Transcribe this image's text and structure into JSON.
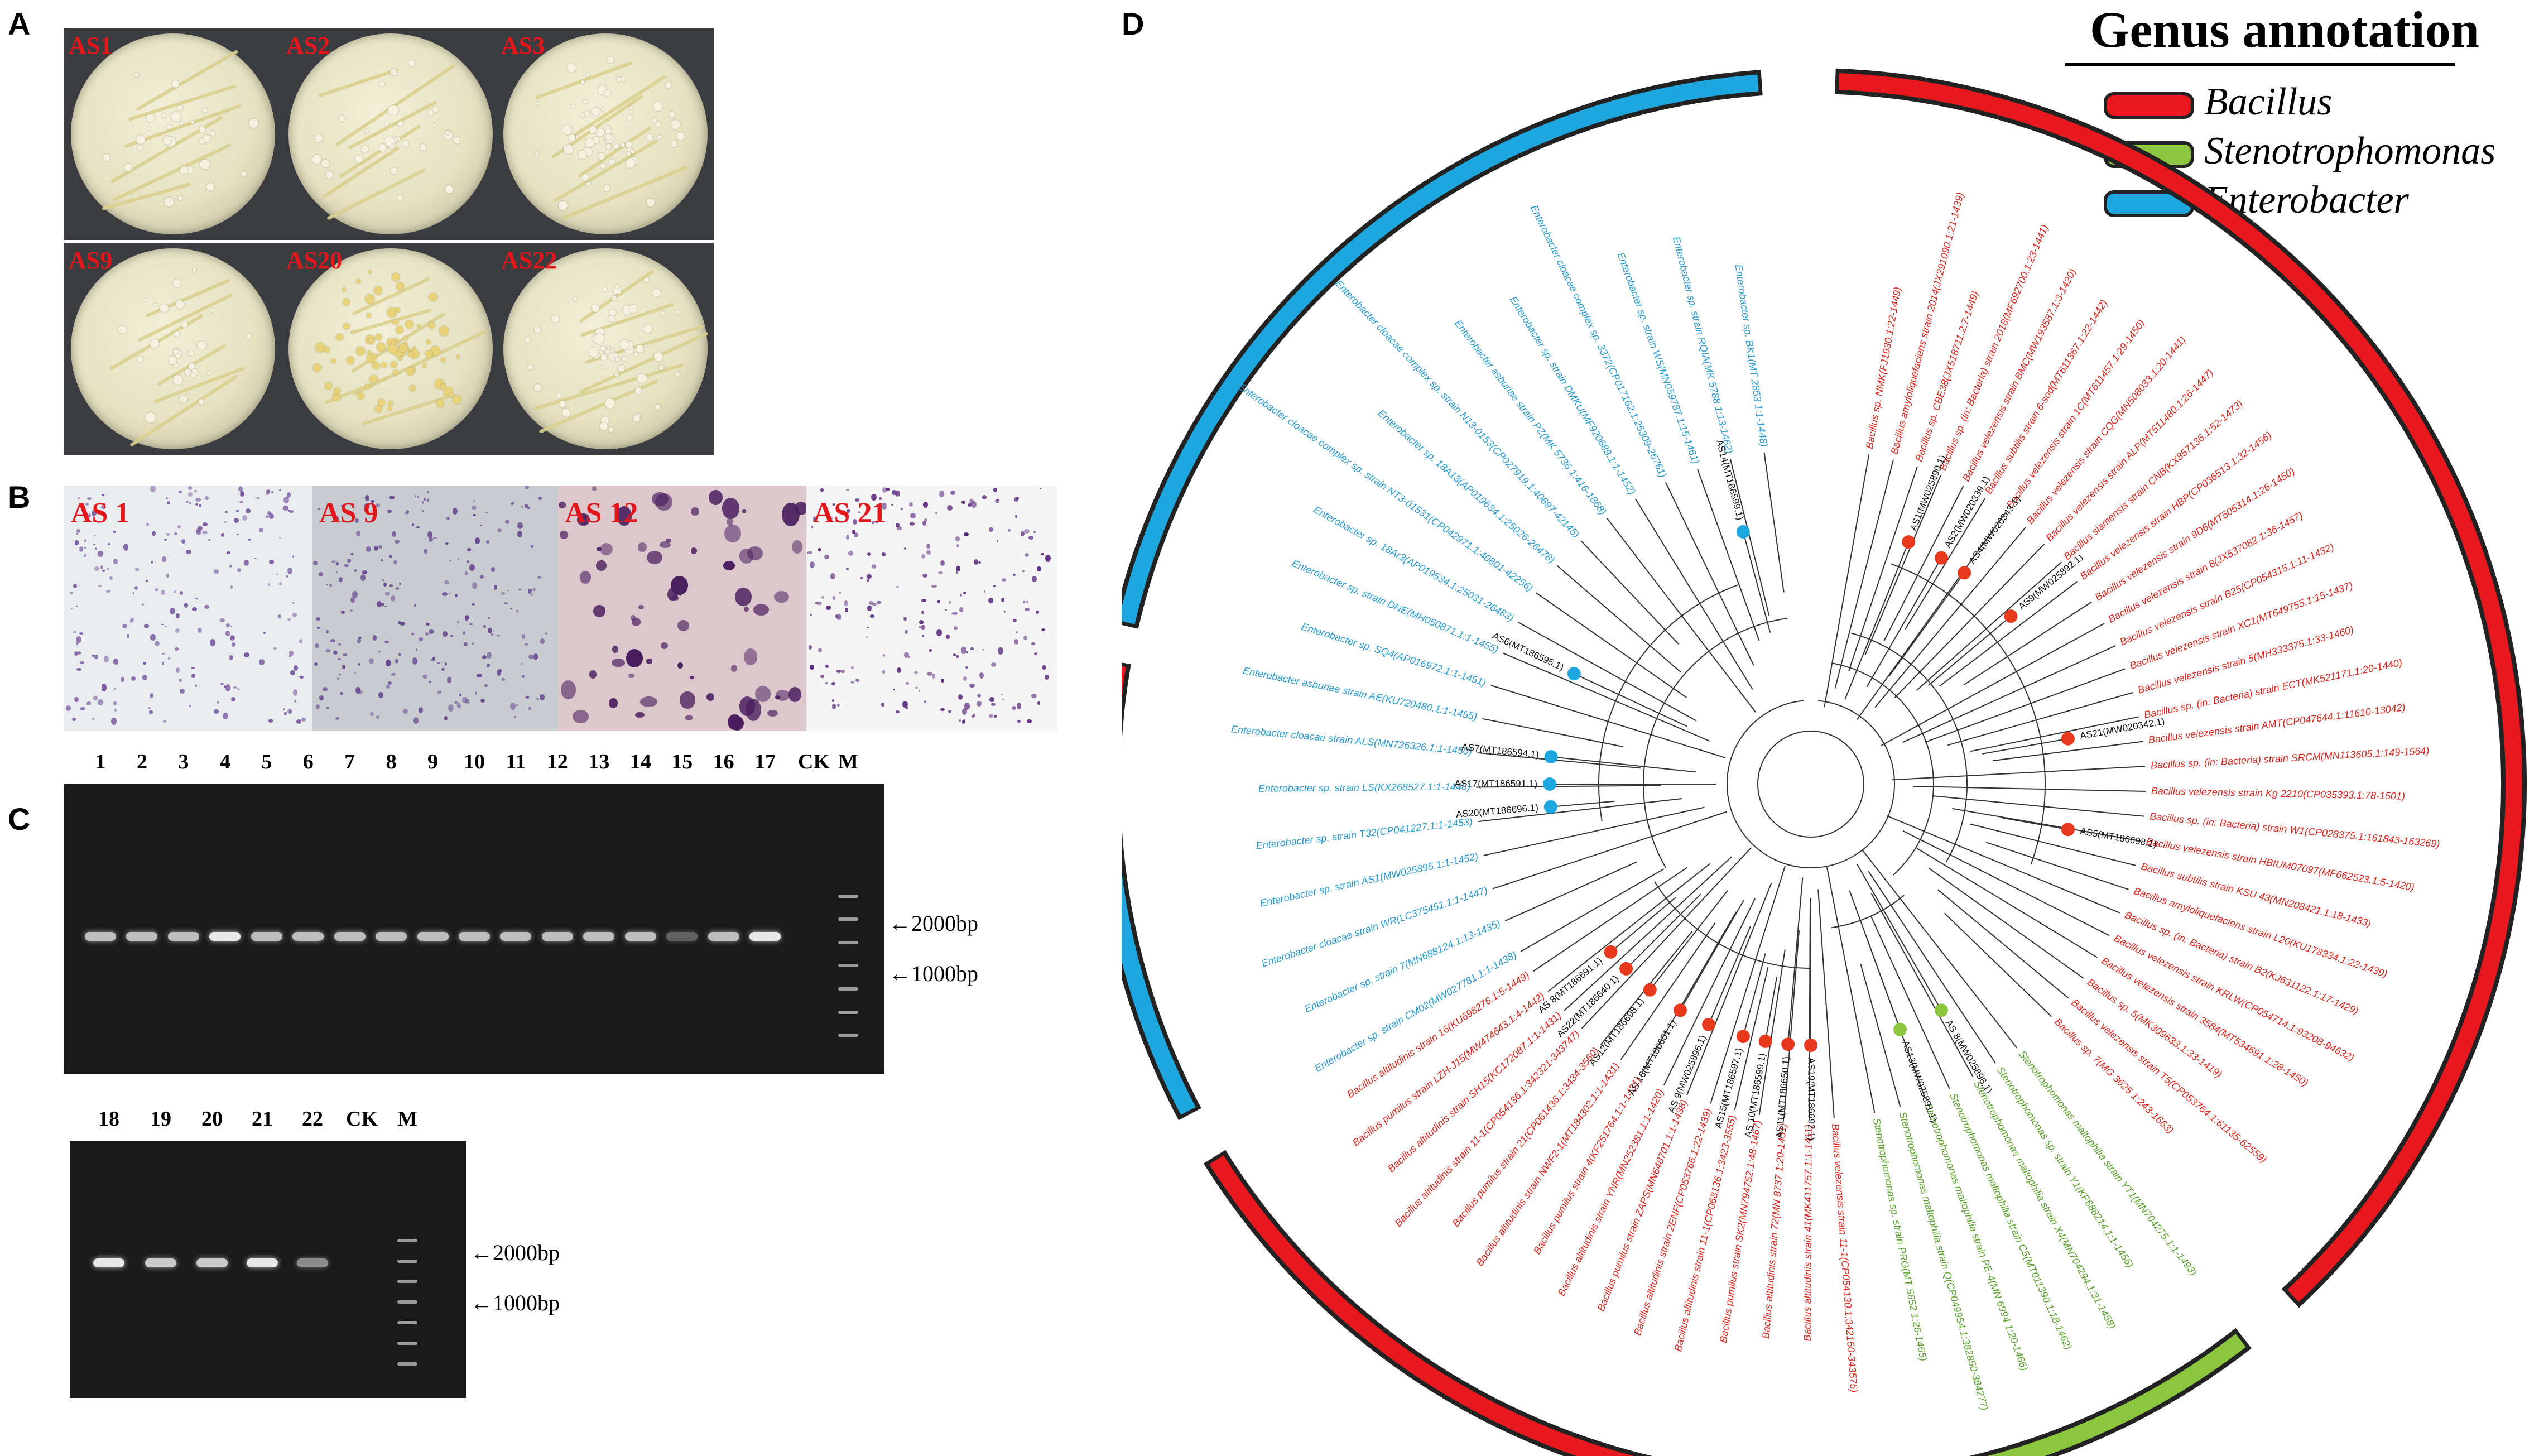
{
  "panels": {
    "a": "A",
    "b": "B",
    "c": "C",
    "d": "D"
  },
  "plates": [
    "AS1",
    "AS2",
    "AS3",
    "AS9",
    "AS20",
    "AS22"
  ],
  "biofilm": [
    "AS 1",
    "AS 9",
    "AS 12",
    "AS 21"
  ],
  "gel_top": {
    "lanes": [
      "1",
      "2",
      "3",
      "4",
      "5",
      "6",
      "7",
      "8",
      "9",
      "10",
      "11",
      "12",
      "13",
      "14",
      "15",
      "16",
      "17",
      "CK",
      "M"
    ],
    "markers": [
      "2000bp",
      "1000bp"
    ]
  },
  "gel_bottom": {
    "lanes": [
      "18",
      "19",
      "20",
      "21",
      "22",
      "CK",
      "M"
    ],
    "markers": [
      "2000bp",
      "1000bp"
    ]
  },
  "legend": {
    "title": "Genus annotation",
    "items": [
      {
        "label": "Bacillus",
        "color": "#e8191e"
      },
      {
        "label": "Stenotrophomonas",
        "color": "#8cc63f"
      },
      {
        "label": "Enterobacter",
        "color": "#1ea6df"
      }
    ]
  },
  "tree": {
    "red_labels": [
      "Bacillus sp. NMK(FJ1930.1:22-1449)",
      "Bacillus amyloliquefaciens strain 2014(JX291090.1:21-1439)",
      "Bacillus sp. CBE38(JX518711.2:7-1449)",
      "Bacillus sp. (in: Bacteria) strain 2018(MF692700.1:23-1441)",
      "Bacillus velezensis strain BMC(MW193587.1:3-1420)",
      "Bacillus subtilis strain 6-sod(MT611367.1:22-1442)",
      "Bacillus velezensis strain 1C(MT611457.1:29-1450)",
      "Bacillus velezensis strain CQG(MN508033.1:20-1441)",
      "Bacillus velezensis strain ALP(MT511480.1:26-1447)",
      "Bacillus siamensis strain CNB(KX857136.1:52-1473)",
      "Bacillus velezensis strain HBP(CP036513.1:32-1456)",
      "Bacillus velezensis strain 9D6(MT505314.1:26-1450)",
      "Bacillus velezensis strain 8(JX537082.1:36-1457)",
      "Bacillus velezensis strain B25(CP054315.1:11-1432)",
      "Bacillus velezensis strain XC1(MT649755.1:15-1437)",
      "Bacillus velezensis strain 5(MH333375.1:33-1460)",
      "Bacillus sp. (in: Bacteria) strain ECT(MK521171.1:20-1440)",
      "Bacillus velezensis strain AMT(CP047644.1:11610-13042)",
      "Bacillus sp. (in: Bacteria) strain SRCM(MN113605.1:149-1564)",
      "Bacillus velezensis strain Kg 2210(CP035393.1:78-1501)",
      "Bacillus sp. (in: Bacteria) strain W1(CP028375.1:161843-163269)",
      "Bacillus velezensis strain HBIUM07097(MF662523.1:5-1420)",
      "Bacillus subtilis strain KSU 43(MN208421.1:18-1433)",
      "Bacillus amyloliquefaciens strain L20(KU178334.1:22-1439)",
      "Bacillus sp. (in: Bacteria) strain B2(KJ631122.1:17-1429)",
      "Bacillus velezensis strain KRLW(CP054714.1:93208-94632)",
      "Bacillus velezensis strain 3584(MT534691.1:28-1450)",
      "Bacillus sp. 5(MK309633.1:33-1419)",
      "Bacillus velezensis strain T5(CP053764.1:61135-62559)",
      "Bacillus sp. 7(MG 3625 1:243-1663)",
      "Bacillus velezensis strain 11-1(CP054130.1:342150-343575)",
      "Bacillus altitudinis strain 41(MK411757.1:1-1411)",
      "Bacillus altitudinis strain 72(MN 8737 1:20-1431)",
      "Bacillus pumilus strain SK2(MN794752.1:48-1467)",
      "Bacillus altitudinis strain 11-1(CP068136.1:3423-3555)",
      "Bacillus altitudinis strain 2ENF(CP053766.1:22-1439)",
      "Bacillus pumilus strain ZAPS(MN648701.1:1-1438)",
      "Bacillus altitudinis strain YNR(MN252381.1:1-1420)",
      "Bacillus pumilus strain 4(KF251764.1:1-1431)",
      "Bacillus altitudinis strain NWF2-1(MT184302.1:1-1431)",
      "Bacillus pumilus strain 21(CP061436.1:3434-3560)",
      "Bacillus altitudinis strain 11-1(CP054136.1:342321-343747)",
      "Bacillus altitudinis strain SH15(KC172087.1:1-1431)",
      "Bacillus pumilus strain LZH-J15(MW474643.1:4-1442)",
      "Bacillus altitudinis strain 16(KU698276.1:5-1449)"
    ],
    "blue_labels": [
      "Enterobacter sp. strain CM02(MW027781.1:1-1438)",
      "Enterobacter sp. strain 7(MN688124.1:13-1435)",
      "Enterobacter cloacae strain WR(LC375451.1:1-1447)",
      "Enterobacter sp. strain AS1(MW025895.1:1-1452)",
      "Enterobacter sp. strain T32(CP041227.1:1-1453)",
      "Enterobacter sp. strain LS(KX268527.1:1-1448)",
      "Enterobacter cloacae strain ALS(MN726326.1:1-1450)",
      "Enterobacter asburiae strain AE(KU720480.1:1-1455)",
      "Enterobacter sp. SQ4(AP016972.1:1-1451)",
      "Enterobacter sp. strain DNE(MH050871.1:1-1455)",
      "Enterobacter sp. 18Ar3(AP019534.1:25031-26483)",
      "Enterobacter cloacae complex sp. strain NT3-01531(CP042971.1:40801-42256)",
      "Enterobacter sp. 18A13(AP019634.1:25026-26478)",
      "Enterobacter cloacae complex sp. strain N13-0153(CP027919.1:40697-42145)",
      "Enterobacter asburiae strain PZ(MK 5736 1:416-1868)",
      "Enterobacter sp. strain DMKU(MF920689.1:1-1452)",
      "Enterobacter cloacae complex sp. 3372(CP017162.1:25309-26761)",
      "Enterobacter sp. strain WS(MN059787.1:15-1461)",
      "Enterobacter sp. strain RQIA(MK 5788 1:13-1462)",
      "Enterobacter sp. BK1(MT 2853 1:1-1448)"
    ],
    "green_labels": [
      "Stenotrophomonas maltophilia strain YT1(MN704275.1:1-1493)",
      "Stenotrophomonas sp. strain Y1(KF688214.1:1-1456)",
      "Stenotrophomonas maltophilia strain X4(MN704294.1:31-1458)",
      "Stenotrophomonas maltophilia strain C5(MT011390.1:18-1462)",
      "Stenotrophomonas maltophilia strain PE-4(MN 6994 1:20-1466)",
      "Stenotrophomonas maltophilia strain Q(CP049954.1:382850-384277)",
      "Stenotrophomonas sp. strain PRG(MT 5652 1:26-1465)"
    ],
    "black_labels": [
      "AS1(MW025890.1)",
      "AS2(MW020339.1)",
      "AS4(MW020343.1)",
      "AS9(MW025892.1)",
      "AS21(MW020342.1)",
      "AS5(MT186698.1)",
      "AS 8(MW025896.1)",
      "AS13(MW025891.1)",
      "AS 16(MT186601.1)",
      "AS 9(MW025896.1)",
      "AS15(MT186597.1)",
      "AS 10(MT186599.1)",
      "AS11(MT186650.1)",
      "AS19(MT186692.1)",
      "AS12(MT186698.1)",
      "AS22(MT186640.1)",
      "AS 8(MT186691.1)",
      "AS20(MT186696.1)",
      "AS17(MT186591.1)",
      "AS7(MT186594.1)",
      "AS6(MT186595.1)",
      "AS14(MT186599.1)"
    ]
  }
}
